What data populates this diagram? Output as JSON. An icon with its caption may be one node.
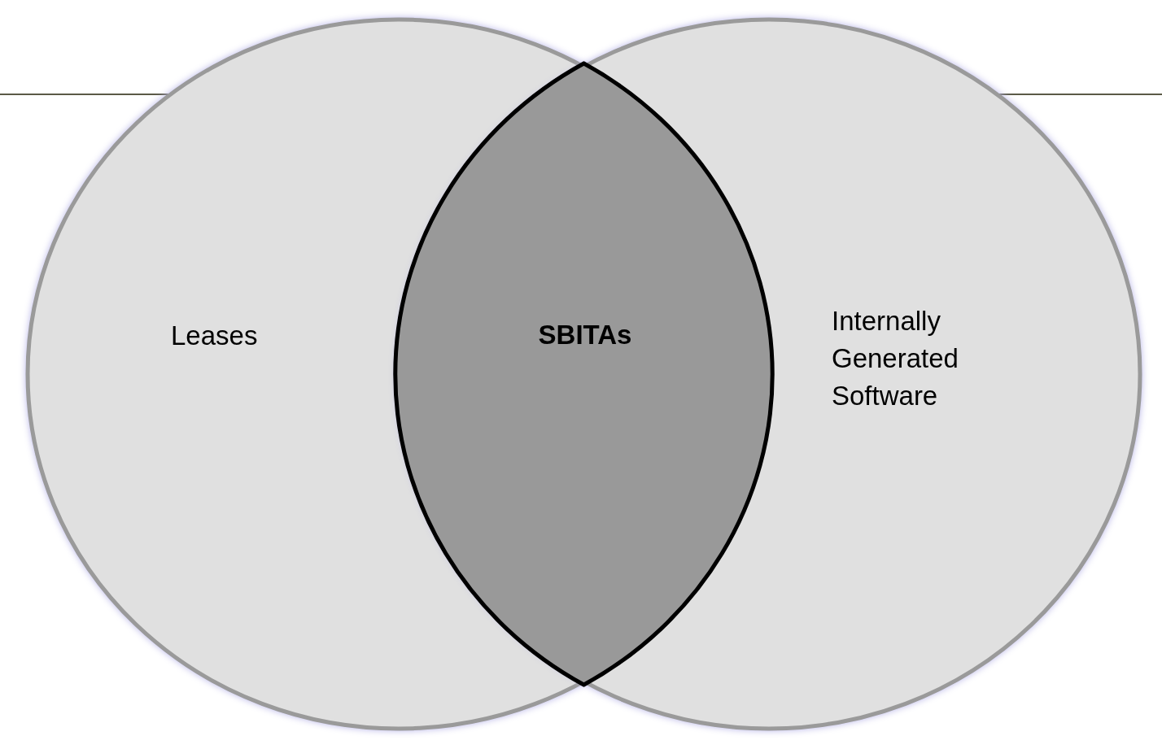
{
  "diagram": {
    "nodes": [
      {
        "text": [
          "Leases"
        ]
      },
      {
        "text": [
          "SBITAs"
        ]
      },
      {
        "text": [
          "Internally Generated Software"
        ]
      }
    ],
    "edges": []
  }
}
